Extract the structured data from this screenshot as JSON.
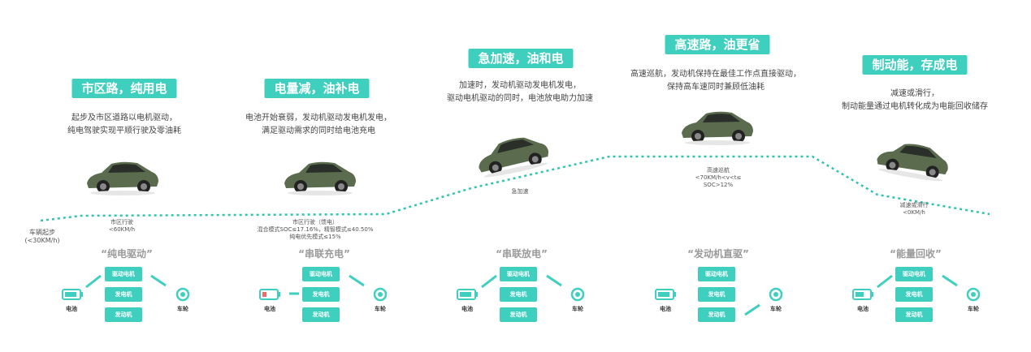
{
  "stages": [
    {
      "title": "市区路，纯用电",
      "desc": [
        "起步及市区道路以电机驱动，",
        "纯电驾驶实现平顺行驶及零油耗"
      ],
      "speed_label": [
        "市区行驶",
        "<60KM/h"
      ],
      "mode": "“纯电驱动”",
      "boxes": [
        "驱动电机",
        "发电机",
        "发动机"
      ],
      "battery_label": "电池",
      "wheel_label": "车轮"
    },
    {
      "title": "电量减，油补电",
      "desc": [
        "电池开始衰弱，发动机驱动发电机发电，",
        "满足驱动需求的同时给电池充电"
      ],
      "speed_label": [
        "市区行驶（馈电）",
        "混合模式SOC≤17.16%，精智模式≤40.50%",
        "纯电优先模式≤15%"
      ],
      "mode": "“串联充电”",
      "boxes": [
        "驱动电机",
        "发电机",
        "发动机"
      ],
      "battery_label": "电池",
      "wheel_label": "车轮"
    },
    {
      "title": "急加速，油和电",
      "desc": [
        "加速时，发动机驱动发电机发电，",
        "驱动电机驱动的同时，电池放电助力加速"
      ],
      "speed_label": [
        "急加速"
      ],
      "mode": "“串联放电”",
      "boxes": [
        "驱动电机",
        "发电机",
        "发动机"
      ],
      "battery_label": "电池",
      "wheel_label": "车轮"
    },
    {
      "title": "高速路，油更省",
      "desc": [
        "高速巡航，发动机保持在最佳工作点直接驱动，",
        "保持高车速同时兼顾低油耗"
      ],
      "speed_label": [
        "高速巡航",
        "<70KM/h<v<t≤",
        "SOC>12%"
      ],
      "mode": "“发动机直驱”",
      "boxes": [
        "驱动电机",
        "发电机",
        "发动机"
      ],
      "battery_label": "电池",
      "wheel_label": "车轮"
    },
    {
      "title": "制动能，存成电",
      "desc": [
        "减速或滑行，",
        "制动能量通过电机转化成为电能回收储存"
      ],
      "speed_label": [
        "减速或滑行",
        "<0KM/h"
      ],
      "mode": "“能量回收”",
      "boxes": [
        "驱动电机",
        "发电机",
        "发动机"
      ],
      "battery_label": "电池",
      "wheel_label": "车轮"
    }
  ],
  "start_label": [
    "车辆起步",
    "(<30KM/h)"
  ],
  "colors": {
    "accent": "#3fcfbf",
    "car_body": "#5b6b4e",
    "route": "#2ec4b0",
    "mode_text": "#9a9a9a"
  }
}
